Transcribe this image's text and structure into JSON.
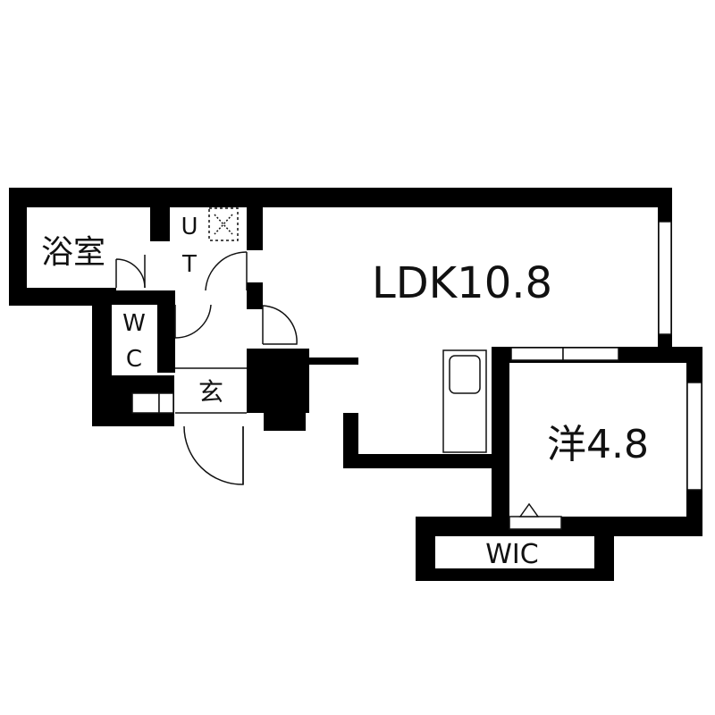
{
  "colors": {
    "wall": "#000000",
    "floor": "#ffffff",
    "line": "#111111",
    "text": "#111111"
  },
  "rooms": {
    "bath": "浴室",
    "utility_u": "U",
    "utility_t": "T",
    "wc_w": "W",
    "wc_c": "C",
    "entrance": "玄",
    "ldk": "LDK10.8",
    "western": "洋4.8",
    "wic": "WIC"
  }
}
